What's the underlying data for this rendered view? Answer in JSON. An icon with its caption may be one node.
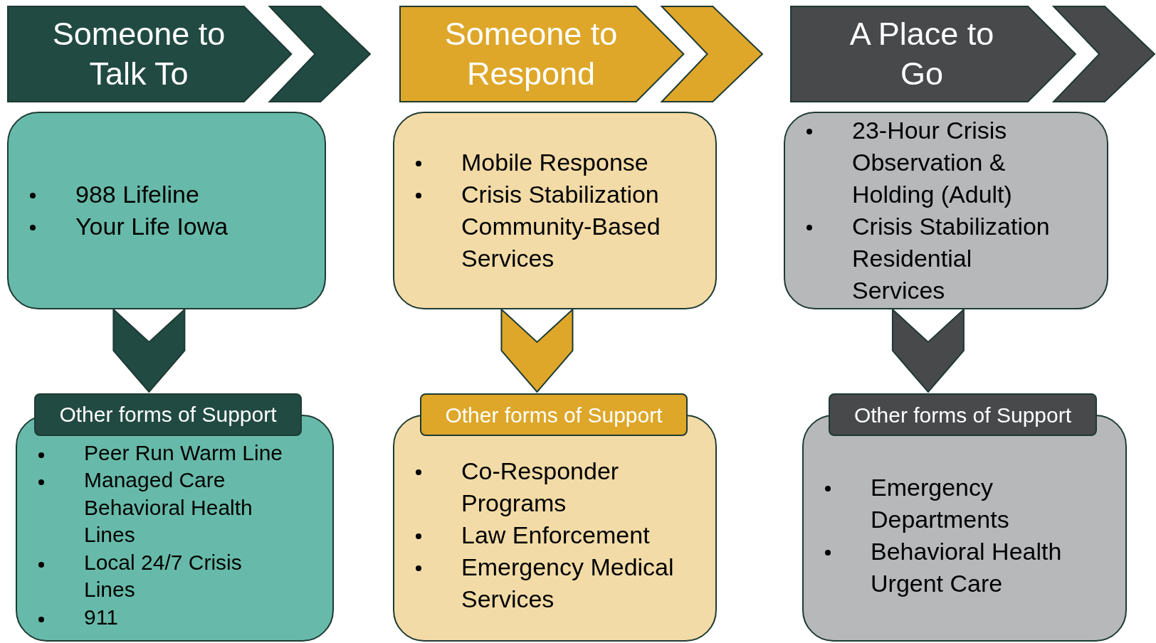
{
  "diagram": {
    "nodes": [
      {
        "text": [
          "Someone to Talk To"
        ]
      },
      {
        "text": [
          "Someone to Respond"
        ]
      },
      {
        "text": [
          "A Place to Go"
        ]
      },
      {
        "text": [
          "988 Lifeline",
          "Your Life Iowa"
        ]
      },
      {
        "text": [
          "Mobile Response",
          "Crisis Stabilization Community-Based Services"
        ]
      },
      {
        "text": [
          "23-Hour Crisis Observation & Holding (Adult)",
          "Crisis Stabilization Residential Services"
        ]
      },
      {
        "text": [
          "Other forms of Support",
          "Peer Run Warm Line",
          "Managed Care Behavioral Health Lines",
          "Local 24/7 Crisis Lines",
          "911"
        ]
      },
      {
        "text": [
          "Other forms of Support",
          "Co-Responder Programs",
          "Law Enforcement",
          "Emergency Medical Services"
        ]
      },
      {
        "text": [
          "Other forms of Support",
          "Emergency Departments",
          "Behavioral Health Urgent Care"
        ]
      }
    ],
    "edges": [
      {
        "from": 3,
        "to": 6,
        "arrow": "to"
      },
      {
        "from": 4,
        "to": 7,
        "arrow": "to"
      },
      {
        "from": 5,
        "to": 8,
        "arrow": "to"
      }
    ]
  }
}
